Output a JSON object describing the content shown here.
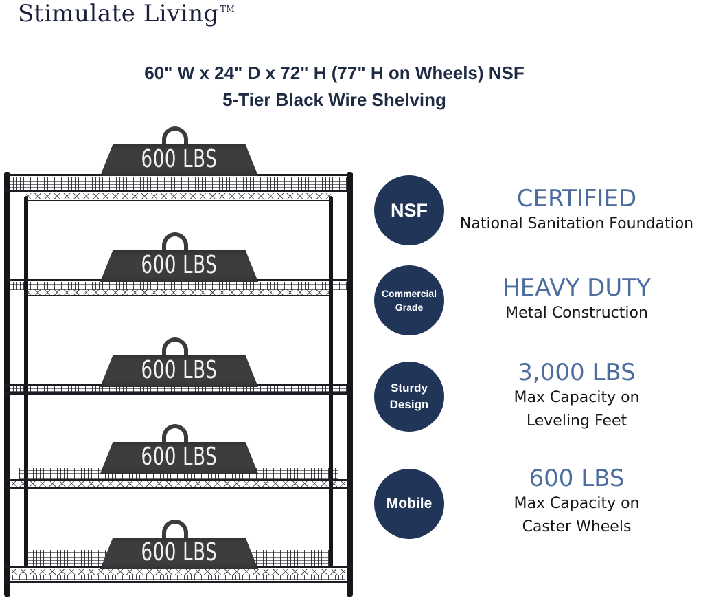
{
  "brand": {
    "name": "Stimulate Living",
    "trademark": "TM"
  },
  "title": {
    "line1": "60\" W x 24\" D x 72\" H (77\" H on Wheels) NSF",
    "line2": "5-Tier Black Wire Shelving"
  },
  "shelving": {
    "tiers": 5,
    "weights": [
      {
        "tier": 1,
        "label": "600 LBS"
      },
      {
        "tier": 2,
        "label": "600 LBS"
      },
      {
        "tier": 3,
        "label": "600 LBS"
      },
      {
        "tier": 4,
        "label": "600 LBS"
      },
      {
        "tier": 5,
        "label": "600 LBS"
      }
    ]
  },
  "features": [
    {
      "badge": "NSF",
      "headline": "CERTIFIED",
      "sub_lines": [
        "National Sanitation Foundation"
      ]
    },
    {
      "badge_lines": [
        "Commercial",
        "Grade"
      ],
      "headline": "HEAVY DUTY",
      "sub_lines": [
        "Metal Construction"
      ]
    },
    {
      "badge_lines": [
        "Sturdy",
        "Design"
      ],
      "headline": "3,000 LBS",
      "sub_lines": [
        "Max Capacity on",
        "Leveling Feet"
      ]
    },
    {
      "badge": "Mobile",
      "headline": "600 LBS",
      "sub_lines": [
        "Max Capacity on",
        "Caster Wheels"
      ]
    }
  ],
  "colors": {
    "badge_bg": "#213559",
    "headline": "#4d6d9e",
    "title": "#1f2b45",
    "shelf": "#15161a",
    "weight": "#3c3d3f"
  }
}
